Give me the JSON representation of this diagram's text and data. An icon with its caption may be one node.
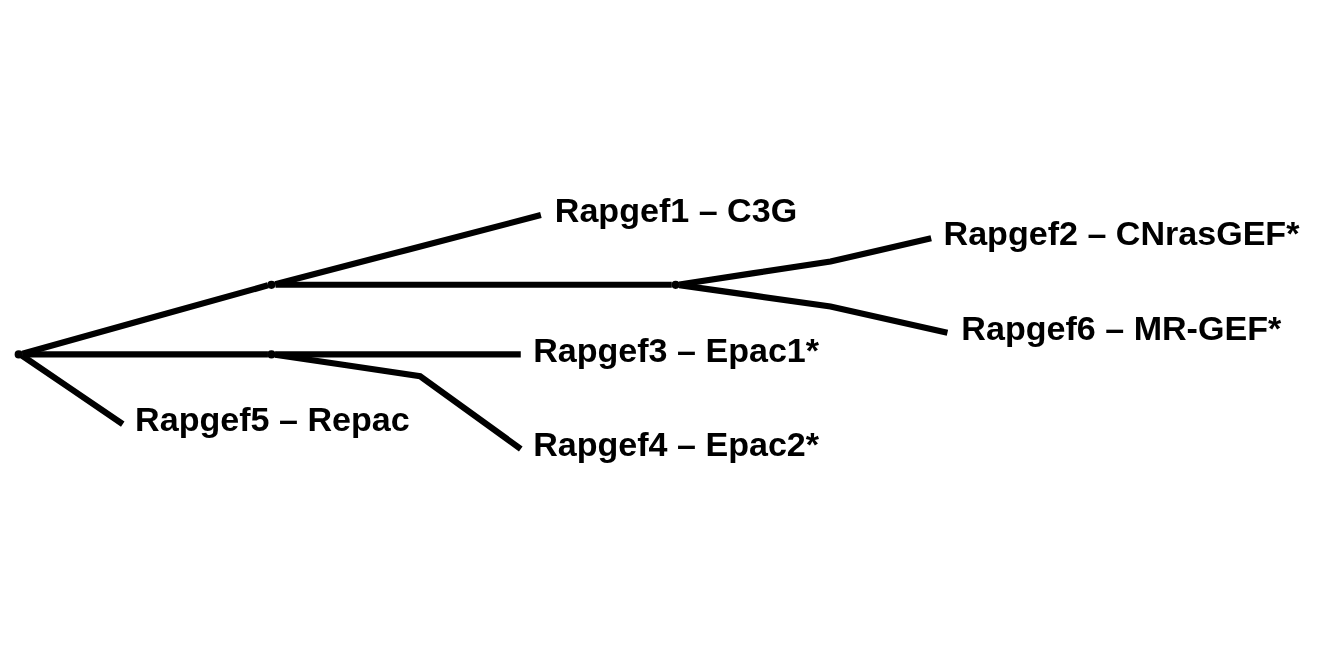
{
  "diagram": {
    "nodes": [
      {
        "text": [],
        "shape": "point"
      },
      {
        "text": [],
        "shape": "point"
      },
      {
        "text": [
          "Rapgef1 – C3G"
        ]
      },
      {
        "text": [],
        "shape": "point"
      },
      {
        "text": [
          "Rapgef2 – CNrasGEF*"
        ]
      },
      {
        "text": [
          "Rapgef6 – MR-GEF*"
        ]
      },
      {
        "text": [],
        "shape": "point"
      },
      {
        "text": [
          "Rapgef3 – Epac1*"
        ]
      },
      {
        "text": [
          "Rapgef4 – Epac2*"
        ]
      },
      {
        "text": [
          "Rapgef5 – Repac"
        ]
      }
    ],
    "edges": [
      {
        "from": 0,
        "to": 1,
        "arrow": "none"
      },
      {
        "from": 1,
        "to": 2,
        "arrow": "none"
      },
      {
        "from": 1,
        "to": 3,
        "arrow": "none"
      },
      {
        "from": 3,
        "to": 4,
        "arrow": "none"
      },
      {
        "from": 3,
        "to": 5,
        "arrow": "none"
      },
      {
        "from": 0,
        "to": 6,
        "arrow": "none"
      },
      {
        "from": 6,
        "to": 7,
        "arrow": "none"
      },
      {
        "from": 6,
        "to": 8,
        "arrow": "none"
      },
      {
        "from": 0,
        "to": 9,
        "arrow": "none"
      }
    ]
  }
}
